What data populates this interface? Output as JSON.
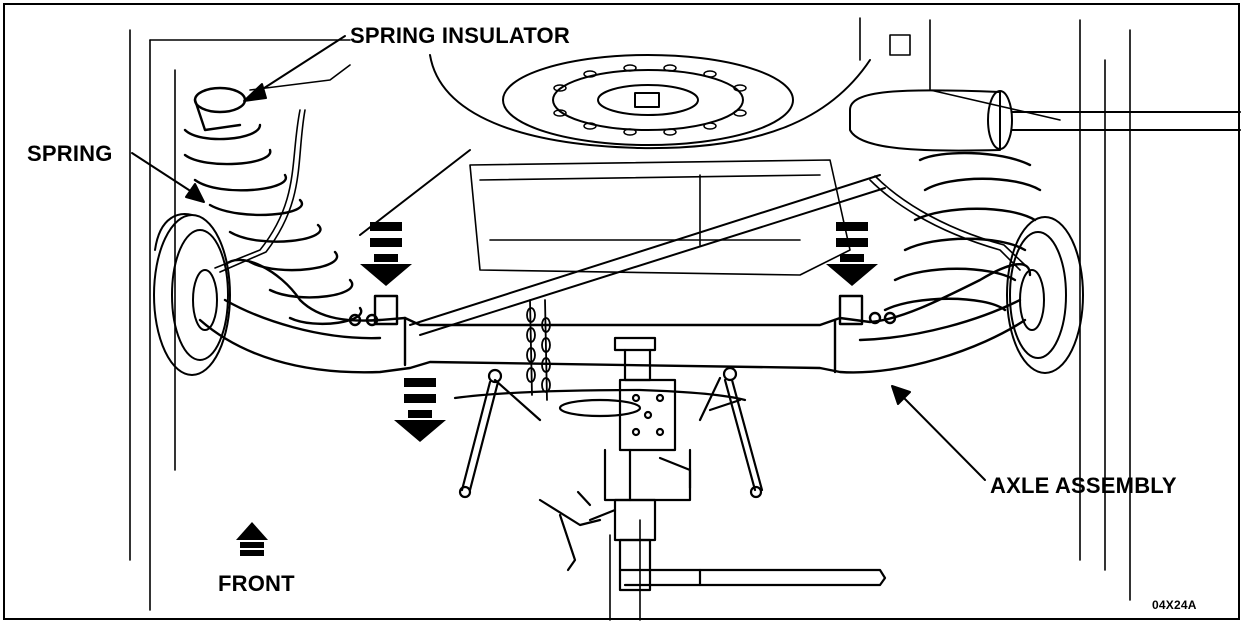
{
  "labels": {
    "spring_insulator": "SPRING INSULATOR",
    "spring": "SPRING",
    "axle_assembly": "AXLE ASSEMBLY",
    "front": "FRONT",
    "figure_code": "04X24A"
  },
  "colors": {
    "line": "#000000",
    "background": "#ffffff"
  },
  "icons": {
    "front_arrow": "up-arrow-icon",
    "drop_arrows": "dashed-down-arrow-icon"
  }
}
